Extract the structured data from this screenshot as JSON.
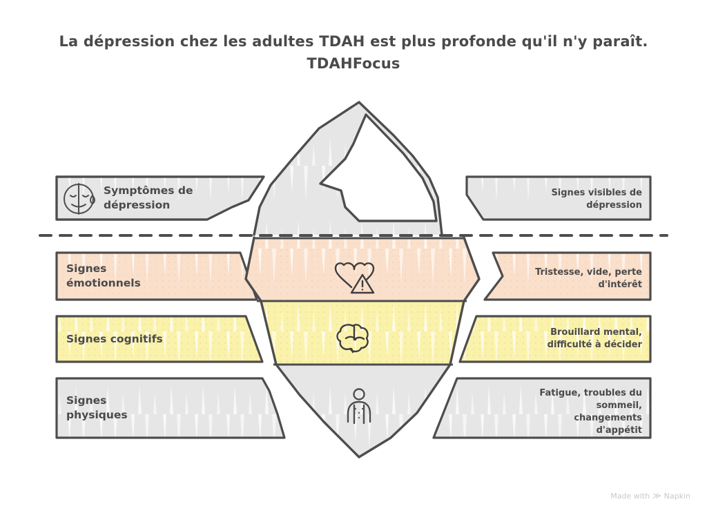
{
  "title": {
    "line1": "La dépression chez les adultes TDAH est plus profonde qu'il n'y paraît.",
    "line2": "TDAHFocus"
  },
  "waterline": {
    "name": "waterline-divider"
  },
  "colors": {
    "ink": "#4a4a4a",
    "stroke": "#4d4d4d",
    "grey_fill": "#e6e6e6",
    "peach_fill": "#fadfcb",
    "yellow_fill": "#faf2ab",
    "white_fill": "#ffffff",
    "watermark": "#c9c9c9",
    "page_bg": "#ffffff"
  },
  "layers": [
    {
      "id": "visible",
      "position": "above-water",
      "fill": "#e6e6e6",
      "icon": "sad-face-icon",
      "left_label": "Symptômes de\ndépression",
      "right_label": "Signes visibles de\ndépression"
    },
    {
      "id": "emotional",
      "position": "below-water",
      "fill": "#fadfcb",
      "icon": "heart-warning-icon",
      "left_label": "Signes\némotionnels",
      "right_label": "Tristesse, vide, perte\nd'intérêt"
    },
    {
      "id": "cognitive",
      "position": "below-water",
      "fill": "#faf2ab",
      "icon": "brain-icon",
      "left_label": "Signes cognitifs",
      "right_label": "Brouillard mental,\ndifficulté à décider"
    },
    {
      "id": "physical",
      "position": "below-water",
      "fill": "#e6e6e6",
      "icon": "body-person-icon",
      "left_label": "Signes\nphysiques",
      "right_label": "Fatigue, troubles du\nsommeil,\nchangements\nd'appétit"
    }
  ],
  "watermark": {
    "text": "Made with",
    "brand": "Napkin",
    "mark": "≫"
  }
}
